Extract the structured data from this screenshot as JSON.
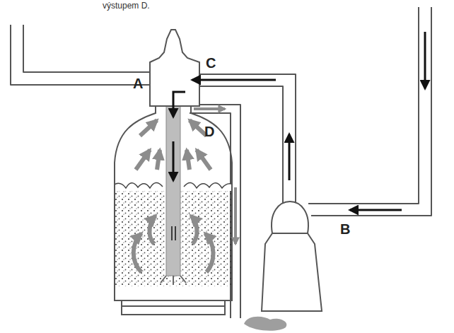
{
  "diagram": {
    "labels": [
      "výstupem D.",
      "A",
      "C",
      "D",
      "B"
    ]
  }
}
